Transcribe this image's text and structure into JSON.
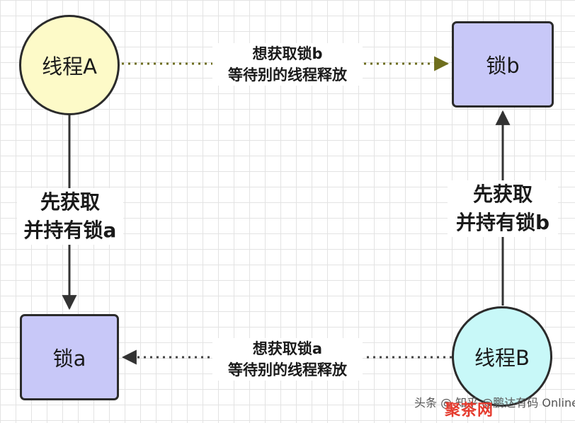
{
  "nodes": {
    "thread_a": "线程A",
    "thread_b": "线程B",
    "lock_a": "锁a",
    "lock_b": "锁b"
  },
  "labels": {
    "a_wants_b": [
      "想获取锁b",
      "等待别的线程释放"
    ],
    "b_wants_a": [
      "想获取锁a",
      "等待别的线程释放"
    ],
    "a_holds_a": [
      "先获取",
      "并持有锁a"
    ],
    "b_holds_b": [
      "先获取",
      "并持有锁b"
    ]
  },
  "watermark": {
    "text": "头条 @ 知乎 @鹏达有码 Online",
    "logo": "聚茶网"
  },
  "colors": {
    "thread_a_fill": "#fdfac8",
    "thread_b_fill": "#c8f8f8",
    "lock_fill": "#c8c8f8",
    "dotted_olive": "#6e6e1e",
    "dotted_dark": "#444444"
  }
}
